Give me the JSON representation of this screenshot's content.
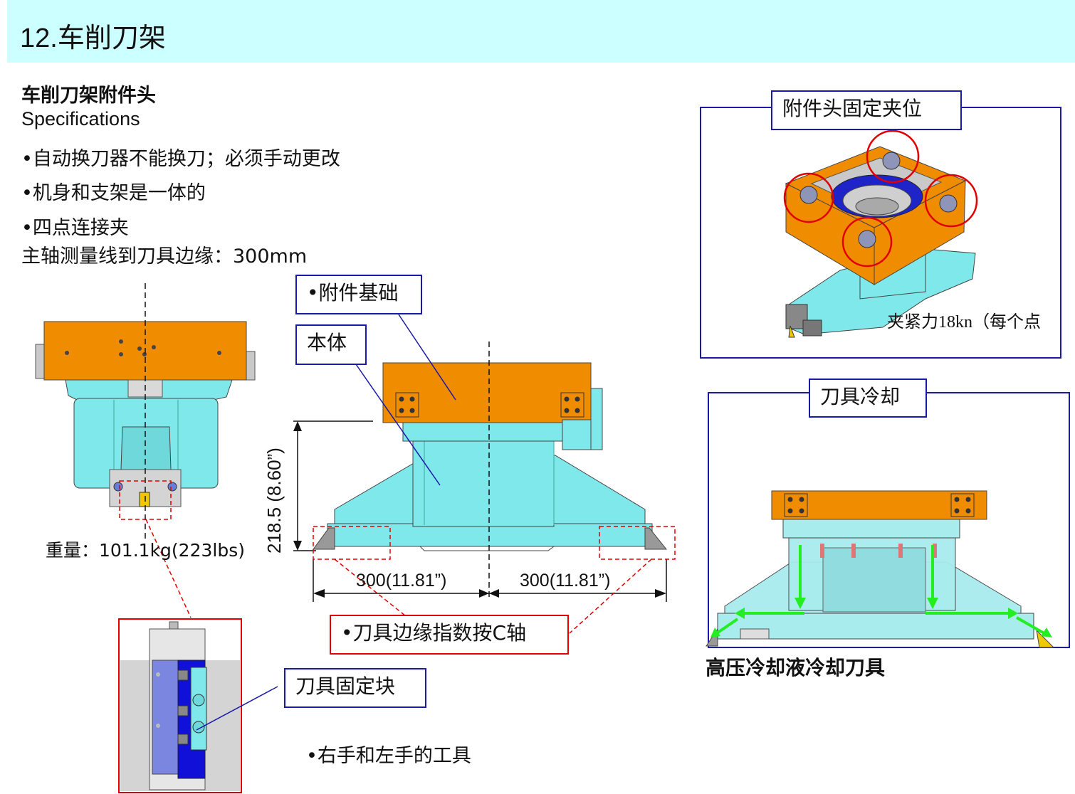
{
  "page": {
    "title": "12.车削刀架"
  },
  "intro": {
    "heading": "车削刀架附件头",
    "subheading": "Specifications",
    "bullets": [
      "•自动换刀器不能换刀；必须手动更改",
      "•机身和支架是一体的",
      "•四点连接夹"
    ],
    "measure_line": "主轴测量线到刀具边缘：300mm"
  },
  "left_view": {
    "weight": "重量：101.1kg(223lbs)"
  },
  "center_view": {
    "label_base": "•附件基础",
    "label_body": "本体",
    "dim_height": "218.5 (8.60”)",
    "dim_left": "300(11.81”)",
    "dim_right": "300(11.81”)",
    "label_tool_edge": "•刀具边缘指数按C轴"
  },
  "detail_view": {
    "label_block": "刀具固定块",
    "bullet_hands": "•右手和左手的工具"
  },
  "clamp_panel": {
    "title": "附件头固定夹位",
    "force": "夹紧力18kn（每个点"
  },
  "cooling_panel": {
    "title": "刀具冷却",
    "caption": "高压冷却液冷却刀具"
  },
  "colors": {
    "title_bg": "#ccffff",
    "orange": "#f08c00",
    "cyan": "#7fe8ea",
    "frame_blue": "#1a1aa8",
    "callout_red": "#e00000",
    "arrow_green": "#22ee22"
  }
}
